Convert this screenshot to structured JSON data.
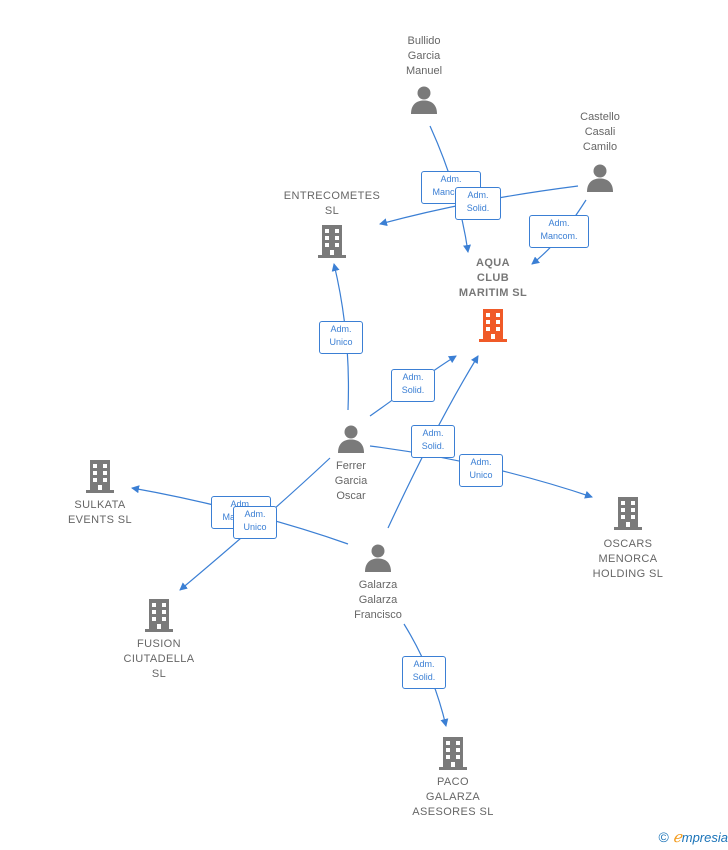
{
  "colors": {
    "edge": "#3b7fd4",
    "node": "#7a7a7a",
    "main": "#f05a28"
  },
  "nodes": {
    "bullido": {
      "label": "Bullido\nGarcia\nManuel",
      "kind": "person"
    },
    "castello": {
      "label": "Castello\nCasali\nCamilo",
      "kind": "person"
    },
    "entrecometes": {
      "label": "ENTRECOMETES\nSL",
      "kind": "company"
    },
    "aqua": {
      "label": "AQUA\nCLUB\nMARITIM  SL",
      "kind": "company-main"
    },
    "ferrer": {
      "label": "Ferrer\nGarcia\nOscar",
      "kind": "person"
    },
    "sulkata": {
      "label": "SULKATA\nEVENTS  SL",
      "kind": "company"
    },
    "oscars": {
      "label": "OSCARS\nMENORCA\nHOLDING  SL",
      "kind": "company"
    },
    "galarza": {
      "label": "Galarza\nGalarza\nFrancisco",
      "kind": "person"
    },
    "fusion": {
      "label": "FUSION\nCIUTADELLA\nSL",
      "kind": "company"
    },
    "paco": {
      "label": "PACO\nGALARZA\nASESORES SL",
      "kind": "company"
    }
  },
  "relations": [
    {
      "id": "r1",
      "label": "Adm.\nMancom."
    },
    {
      "id": "r2",
      "label": "Adm.\nSolid."
    },
    {
      "id": "r3",
      "label": "Adm.\nMancom."
    },
    {
      "id": "r4",
      "label": "Adm.\nUnico"
    },
    {
      "id": "r5",
      "label": "Adm.\nSolid."
    },
    {
      "id": "r6",
      "label": "Adm.\nSolid."
    },
    {
      "id": "r7",
      "label": "Adm.\nUnico"
    },
    {
      "id": "r8",
      "label": "Adm.\nMancom."
    },
    {
      "id": "r9",
      "label": "Adm.\nUnico"
    },
    {
      "id": "r10",
      "label": "Adm.\nSolid."
    }
  ],
  "brand": {
    "copyright": "©",
    "e": "ℯ",
    "rest": "mpresia"
  }
}
